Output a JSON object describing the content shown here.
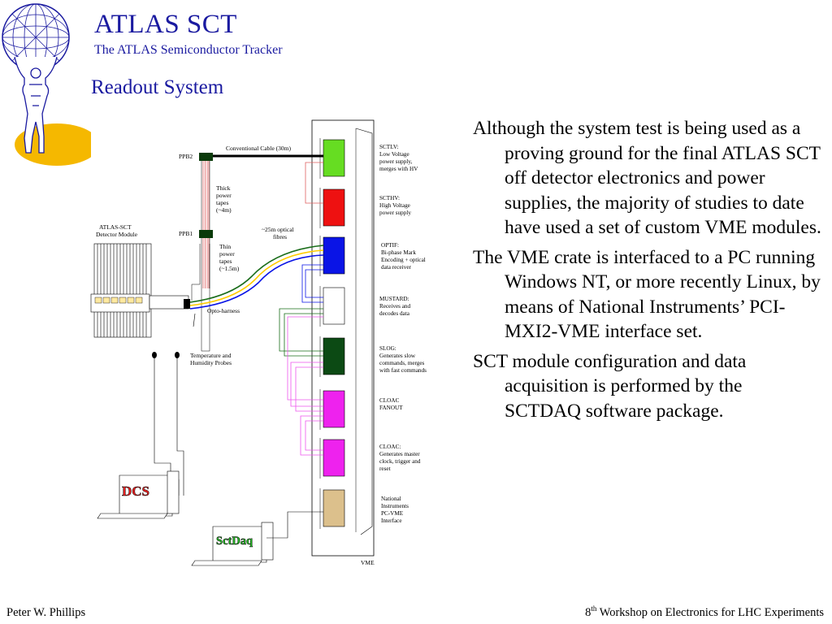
{
  "header": {
    "title": "ATLAS SCT",
    "subtitle": "The ATLAS Semiconductor Tracker",
    "section": "Readout System"
  },
  "diagram": {
    "module_label_1": "ATLAS-SCT",
    "module_label_2": "Detector Module",
    "ppb2": "PPB2",
    "ppb1": "PPB1",
    "cable": "Conventional Cable (30m)",
    "thick_1": "Thick",
    "thick_2": "power",
    "thick_3": "tapes",
    "thick_4": "(~4m)",
    "thin_1": "Thin",
    "thin_2": "power",
    "thin_3": "tapes",
    "thin_4": "(~1.5m)",
    "fibres_1": "~25m optical",
    "fibres_2": "fibres",
    "opto": "Opto-harness",
    "probes_1": "Temperature and",
    "probes_2": "Humidity Probes",
    "dcs": "DCS",
    "sctdaq": "SctDaq",
    "vme": "VME",
    "modules": [
      {
        "line1": "SCTLV:",
        "line2": "Low Voltage",
        "line3": "power supply,",
        "line4": "merges with HV",
        "color": "#66dd22"
      },
      {
        "line1": "SCTHV:",
        "line2": "High Voltage",
        "line3": "power supply",
        "line4": "",
        "color": "#ee1111"
      },
      {
        "line1": "OPTIF:",
        "line2": "Bi-phase Mark",
        "line3": "Encoding + optical",
        "line4": "data receiver",
        "color": "#0a14e6"
      },
      {
        "line1": "MUSTARD:",
        "line2": "Receives and",
        "line3": "decodes data",
        "line4": "",
        "color": "#ffffff"
      },
      {
        "line1": "SLOG:",
        "line2": "Generates slow",
        "line3": "commands, merges",
        "line4": "with fast commands",
        "color": "#0c4a14"
      },
      {
        "line1": "CLOAC",
        "line2": "FANOUT",
        "line3": "",
        "line4": "",
        "color": "#ee22ee"
      },
      {
        "line1": "CLOAC:",
        "line2": "Generates master",
        "line3": "clock, trigger and",
        "line4": "reset",
        "color": "#ee22ee"
      },
      {
        "line1": "National",
        "line2": "Instruments",
        "line3": "PC-VME",
        "line4": "Interface",
        "color": "#dcc08c"
      }
    ]
  },
  "body": {
    "p1": "Although the system test is being used as a proving ground for the final ATLAS SCT off detector electronics and power supplies, the majority of studies to date have used a set of custom VME modules.",
    "p2": "The VME crate is interfaced to a PC running Windows NT, or more recently Linux, by means of National Instruments’ PCI-MXI2-VME interface set.",
    "p3": "SCT module configuration and data acquisition is performed by the SCTDAQ software package."
  },
  "footer": {
    "author": "Peter W. Phillips",
    "event_num": "8",
    "event_sup": "th",
    "event_rest": " Workshop on Electronics for LHC Experiments"
  }
}
